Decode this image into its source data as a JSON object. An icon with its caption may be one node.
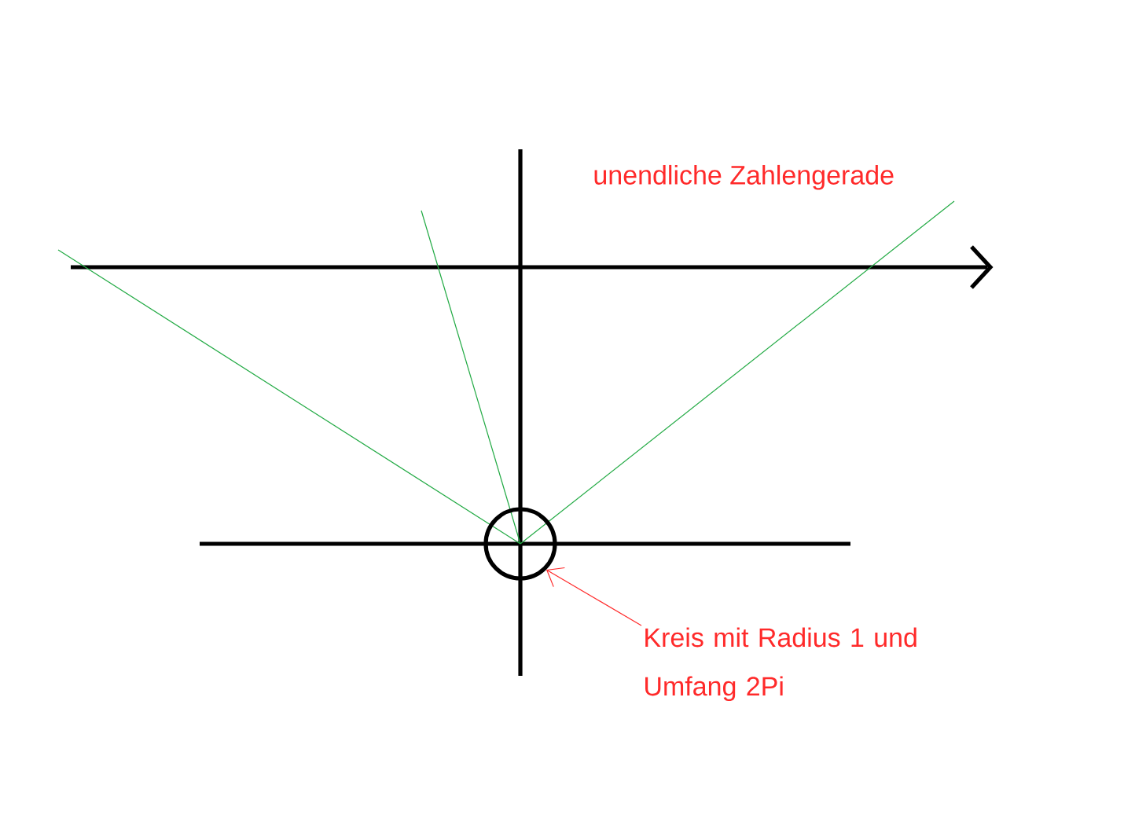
{
  "diagram": {
    "nodes": [
      {
        "text": [
          "Kreis mit Radius 1 und Umfang 2Pi"
        ]
      },
      {
        "text": [],
        "shape": "circle"
      }
    ],
    "edges": [
      {
        "from": 0,
        "to": 1,
        "arrow": "to"
      }
    ],
    "labels": [
      "unendliche Zahlengerade"
    ]
  }
}
